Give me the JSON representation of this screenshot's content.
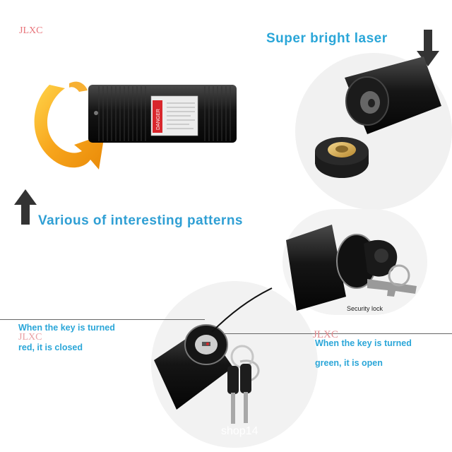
{
  "watermarks": {
    "top": "JLXC",
    "left": "JLXC",
    "right": "JLXC"
  },
  "headlines": {
    "super_bright": "Super bright laser",
    "patterns": "Various of interesting patterns"
  },
  "captions": {
    "left_line1": "When the key is turned",
    "left_line2": "red, it is closed",
    "right_line1": "When the key is turned",
    "right_line2": "green, it is open",
    "security_lock": "Security lock"
  },
  "label": {
    "danger": "DANGER"
  },
  "footer": {
    "shop": "shop14"
  },
  "colors": {
    "accent": "#2aa6d8",
    "watermark": "#e8747a",
    "arrow": "#333333",
    "rotate_arrow": "#f5a623"
  },
  "icons": [
    "rotate-arrow-icon",
    "arrow-down-icon",
    "arrow-up-icon"
  ]
}
